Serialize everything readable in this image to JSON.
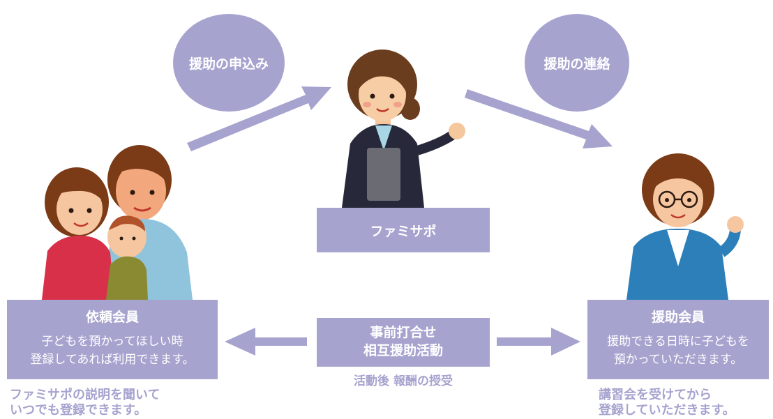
{
  "colors": {
    "accent": "#a6a3cf",
    "text_on_accent": "#ffffff"
  },
  "bubbles": {
    "request": "援助の申込み",
    "contact": "援助の連絡"
  },
  "center": {
    "label": "ファミサポ",
    "meeting_line1": "事前打合せ",
    "meeting_line2": "相互援助活動",
    "after_note": "活動後 報酬の授受"
  },
  "requester": {
    "title": "依頼会員",
    "line1": "子どもを預かってほしい時",
    "line2": "登録してあれば利用できます。",
    "note_line1": "ファミサポの説明を聞いて",
    "note_line2": "いつでも登録できます。"
  },
  "helper": {
    "title": "援助会員",
    "line1": "援助できる日時に子どもを",
    "line2": "預かっていただきます。",
    "note_line1": "講習会を受けてから",
    "note_line2": "登録していただきます。"
  }
}
